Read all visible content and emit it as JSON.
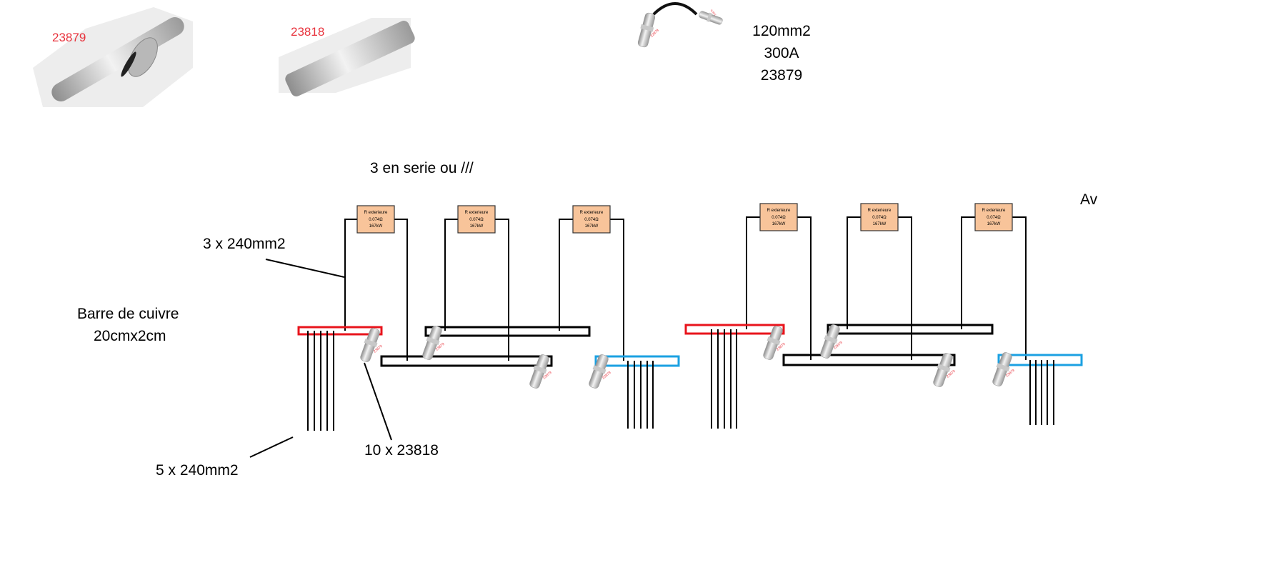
{
  "top": {
    "part1_label": "23879",
    "part2_label": "23818",
    "cable_spec": [
      "120mm2",
      "300A",
      "23879"
    ]
  },
  "labels": {
    "series_note": "3 en serie ou ///",
    "cable_3": "3 x 240mm2",
    "busbar_line1": "Barre de cuivre",
    "busbar_line2": "20cmx2cm",
    "connectors": "10 x 23818",
    "cable_5": "5 x 240mm2",
    "cut_text": "Av"
  },
  "resistor": {
    "line1": "R exterieure",
    "line2": "0.074Ω",
    "line3": "167kW"
  },
  "colors": {
    "positive_bar": "#e8141c",
    "negative_bar": "#1ba1e2",
    "resistor_fill": "#f8c49a"
  }
}
